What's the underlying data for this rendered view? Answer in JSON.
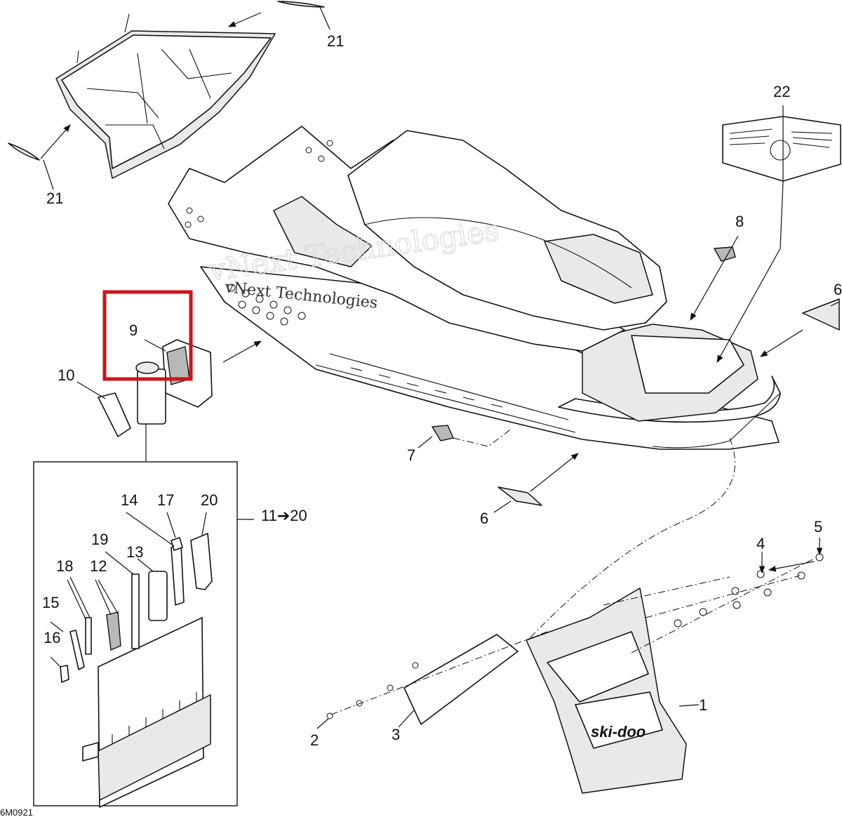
{
  "diagram": {
    "drawing_code": "6M0921",
    "watermark": "vNext Technologies",
    "highlight_color": "#d0111b",
    "callouts": {
      "c1": "1",
      "c2": "2",
      "c3": "3",
      "c4": "4",
      "c5": "5",
      "c6a": "6",
      "c6b": "6",
      "c7": "7",
      "c8": "8",
      "c9": "9",
      "c10": "10",
      "c11_20": "11➔20",
      "c12": "12",
      "c13": "13",
      "c14": "14",
      "c15": "15",
      "c16": "16",
      "c17": "17",
      "c18": "18",
      "c19": "19",
      "c20": "20",
      "c21a": "21",
      "c21b": "21",
      "c22": "22"
    },
    "mudflap_logo": "ski-doo"
  }
}
